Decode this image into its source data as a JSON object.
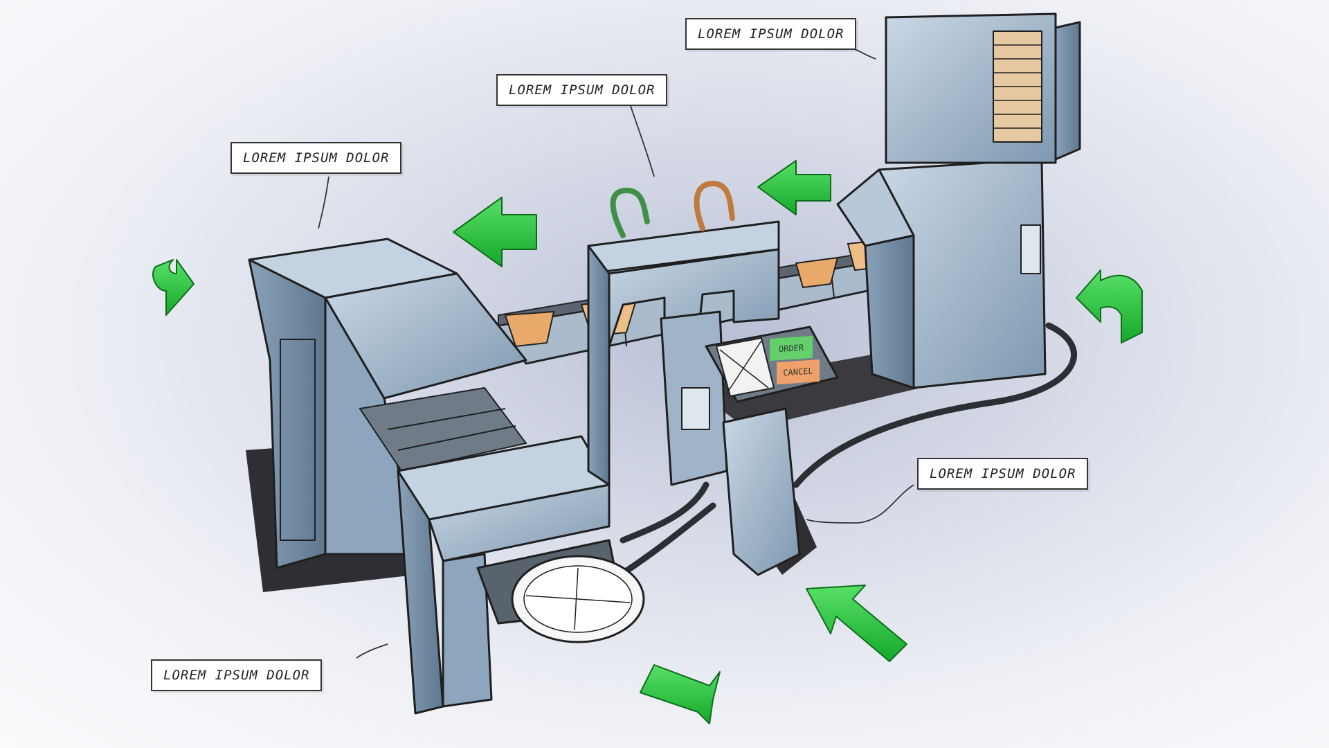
{
  "callouts": {
    "top_right": "LOREM IPSUM DOLOR",
    "top_center": "LOREM IPSUM DOLOR",
    "top_left": "LOREM IPSUM DOLOR",
    "right": "LOREM IPSUM DOLOR",
    "bottom_left": "LOREM IPSUM DOLOR"
  },
  "terminal": {
    "order_label": "ORDER",
    "cancel_label": "CANCEL"
  },
  "colors": {
    "machine": "#9db3c7",
    "arrow": "#27c43a",
    "food": "#e9a96a",
    "floor": "#3a3a3a"
  }
}
